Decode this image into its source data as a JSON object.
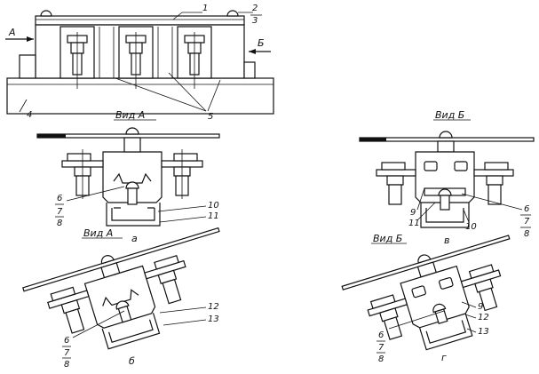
{
  "labels": {
    "n1": "1",
    "n2": "2",
    "n3": "3",
    "n4": "4",
    "n5": "5",
    "n6a": "6",
    "n7a": "7",
    "n8a": "8",
    "n10a": "10",
    "n11a": "11",
    "n6b": "6",
    "n7b": "7",
    "n8b": "8",
    "n12b": "12",
    "n13b": "13",
    "n9c": "9",
    "n11c": "11",
    "n10c": "10",
    "n6c": "6",
    "n7c": "7",
    "n8c": "8",
    "n9d": "9",
    "n12d": "12",
    "n13d": "13",
    "n6d": "6",
    "n7d": "7",
    "n8d": "8"
  },
  "arrows": {
    "a": "A",
    "b": "Б"
  },
  "views": {
    "view_a_top": "Вид А",
    "view_b_top": "Вид Б",
    "view_a_left": "Вид А",
    "view_b_right": "Вид Б"
  },
  "captions": {
    "a": "а",
    "b": "б",
    "v": "в",
    "g": "г"
  }
}
